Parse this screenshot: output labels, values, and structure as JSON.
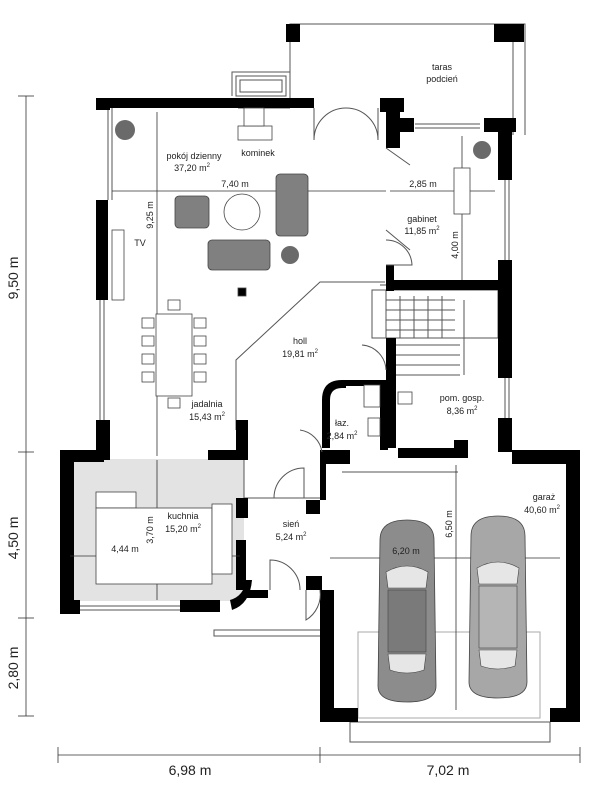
{
  "rooms": {
    "taras": {
      "name1": "taras",
      "name2": "podcień"
    },
    "dzienny": {
      "name": "pokój dzienny",
      "area": "37,20 m",
      "sup": "2"
    },
    "kominek": {
      "name": "kominek"
    },
    "gabinet": {
      "name": "gabinet",
      "area": "11,85 m",
      "sup": "2"
    },
    "holl": {
      "name": "holl",
      "area": "19,81 m",
      "sup": "2"
    },
    "jadalnia": {
      "name": "jadalnia",
      "area": "15,43 m",
      "sup": "2"
    },
    "laz": {
      "name": "łaz.",
      "area": "2,84 m",
      "sup": "2"
    },
    "gosp": {
      "name": "pom. gosp.",
      "area": "8,36 m",
      "sup": "2"
    },
    "kuchnia": {
      "name": "kuchnia",
      "area": "15,20 m",
      "sup": "2"
    },
    "sien": {
      "name": "sień",
      "area": "5,24 m",
      "sup": "2"
    },
    "garaz": {
      "name": "garaż",
      "area": "40,60 m",
      "sup": "2"
    },
    "tv": {
      "name": "TV"
    }
  },
  "inner_dims": {
    "d740": "7,40 m",
    "d925": "9,25 m",
    "d285": "2,85 m",
    "d400": "4,00 m",
    "d370": "3,70 m",
    "d444": "4,44 m",
    "d650": "6,50 m",
    "d620": "6,20 m"
  },
  "outer_dims": {
    "left_950": "9,50 m",
    "left_450": "4,50 m",
    "left_280": "2,80 m",
    "bottom_698": "6,98 m",
    "bottom_702": "7,02 m"
  },
  "colors": {
    "wall": "#000000",
    "kitchen_floor": "#e3e3e3",
    "furniture": "#7d7d7d",
    "car": "#8a8a8a",
    "line": "#555555"
  }
}
